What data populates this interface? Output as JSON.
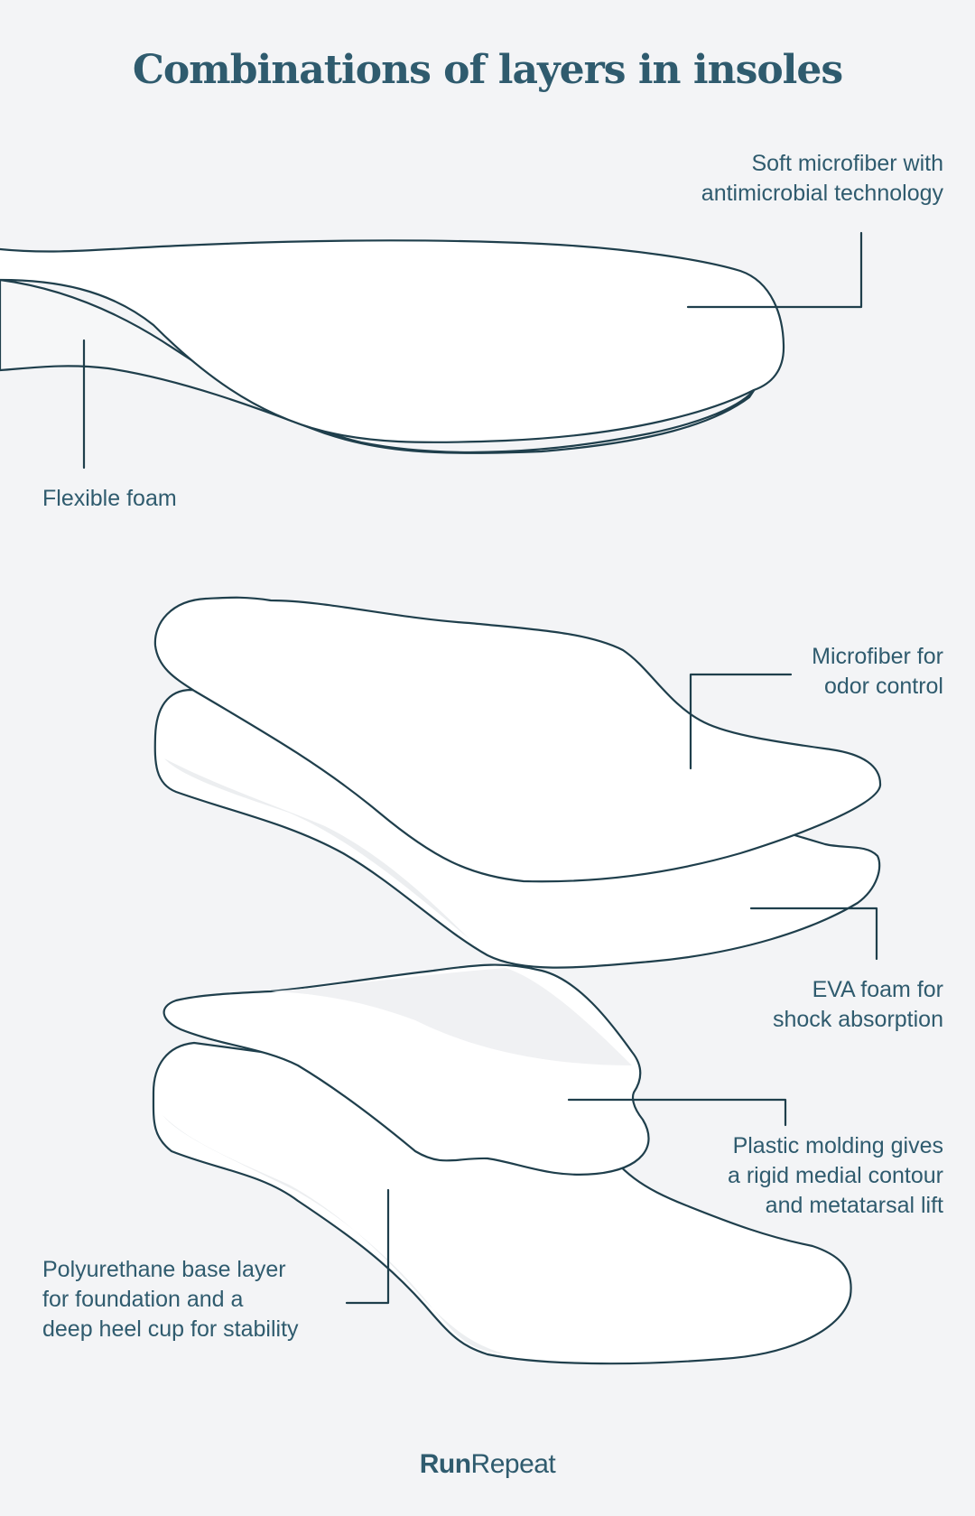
{
  "title": "Combinations of layers in insoles",
  "colors": {
    "background": "#f3f4f6",
    "text": "#2f5b6e",
    "outline": "#1f3f4c",
    "insole_fill": "#ffffff",
    "insole_shade": "#ebedef"
  },
  "insoles": [
    {
      "name": "insole-1",
      "layers": [
        {
          "label": "Soft microfiber with\nantimicrobial technology",
          "position": "top-right"
        },
        {
          "label": "Flexible foam",
          "position": "left"
        }
      ]
    },
    {
      "name": "insole-2",
      "layers": [
        {
          "label": "Microfiber for\nodor control",
          "position": "right"
        },
        {
          "label": "EVA foam for\nshock absorption",
          "position": "right"
        }
      ]
    },
    {
      "name": "insole-3",
      "layers": [
        {
          "label": "Plastic molding gives\na rigid medial contour\nand metatarsal lift",
          "position": "right"
        },
        {
          "label": "Polyurethane base layer\nfor foundation and a\ndeep heel cup for stability",
          "position": "left"
        }
      ]
    }
  ],
  "brand": {
    "part1": "Run",
    "part2": "Repeat"
  }
}
